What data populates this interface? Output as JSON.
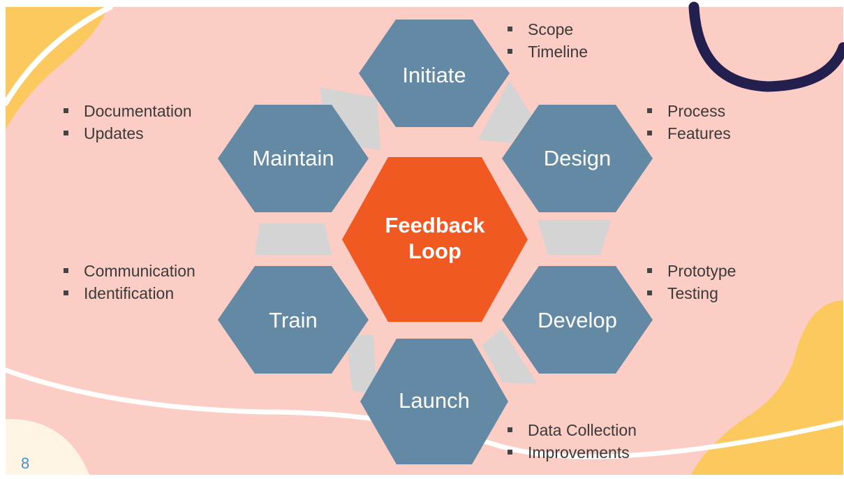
{
  "slide": {
    "page_number": "8",
    "colors": {
      "background": "#fccdc5",
      "hexagon": "#6489a5",
      "center_hexagon": "#f05a22",
      "connector": "#d4d4d4",
      "accent_yellow": "#fcc95e",
      "accent_navy": "#23204f"
    }
  },
  "diagram": {
    "center": {
      "line1": "Feedback",
      "line2": "Loop"
    },
    "stages": [
      {
        "key": "initiate",
        "label": "Initiate",
        "notes": [
          "Scope",
          "Timeline"
        ]
      },
      {
        "key": "design",
        "label": "Design",
        "notes": [
          "Process",
          "Features"
        ]
      },
      {
        "key": "develop",
        "label": "Develop",
        "notes": [
          "Prototype",
          "Testing"
        ]
      },
      {
        "key": "launch",
        "label": "Launch",
        "notes": [
          "Data Collection",
          "Improvements"
        ]
      },
      {
        "key": "train",
        "label": "Train",
        "notes": [
          "Communication",
          "Identification"
        ]
      },
      {
        "key": "maintain",
        "label": "Maintain",
        "notes": [
          "Documentation",
          "Updates"
        ]
      }
    ]
  }
}
